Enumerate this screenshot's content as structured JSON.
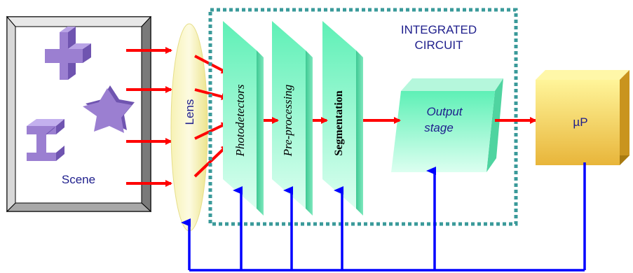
{
  "labels": {
    "scene": "Scene",
    "lens": "Lens",
    "ic_title_line1": "INTEGRATED",
    "ic_title_line2": "CIRCUIT",
    "photodetectors": "Photodetectors",
    "preprocessing": "Pre-processing",
    "segmentation": "Segmentation",
    "output_line1": "Output",
    "output_line2": "stage",
    "microprocessor": "µP"
  },
  "colors": {
    "signal_arrow": "#ff0000",
    "control_line": "#0000ff",
    "ic_border": "#3a9a9a",
    "text_blue": "#1e1e8c",
    "shape_purple": "#9b7fd1",
    "lens_yellow": "#f4f0a8",
    "stage_mint": "#7ff0c0",
    "up_gold": "#f2c94c"
  }
}
